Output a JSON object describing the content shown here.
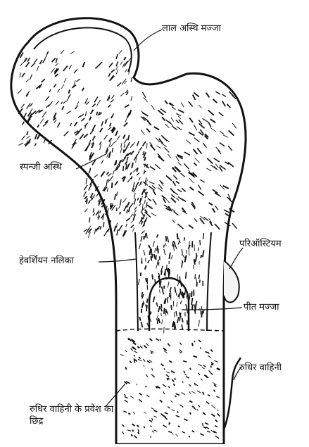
{
  "diagram": {
    "labels": {
      "red_marrow": "लाल अस्थि मज्जा",
      "spongy_bone": "स्पन्जी अस्थि",
      "haversian_canal": "हेवर्शियन नलिका",
      "periosteum": "परिऑस्टियम",
      "yellow_marrow": "पीत मज्जा",
      "blood_vessel": "रुधिर वाहिनी",
      "vessel_foramen": "रुधिर वाहिनी के प्रवेश का छिद्र"
    },
    "colors": {
      "ink": "#111111",
      "paper": "#ffffff"
    }
  }
}
